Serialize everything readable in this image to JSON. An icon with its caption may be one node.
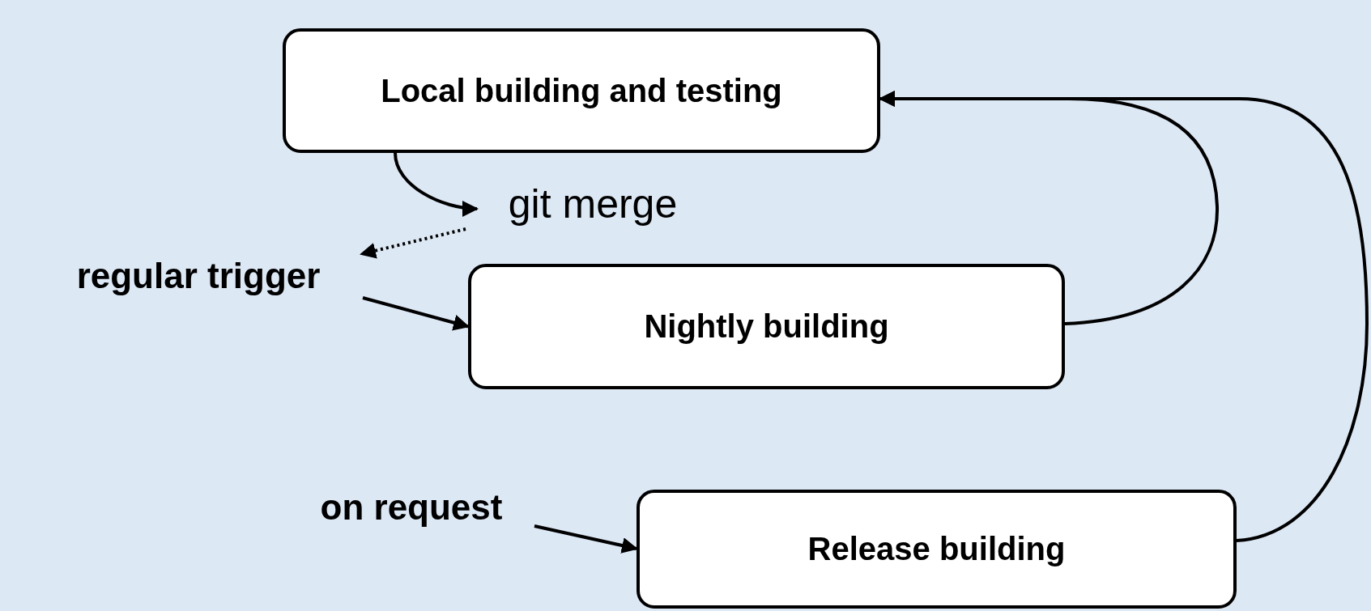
{
  "diagram": {
    "nodes": [
      {
        "text": [
          "Local building and testing"
        ]
      },
      {
        "text": [
          "git merge"
        ]
      },
      {
        "text": [
          "regular trigger"
        ]
      },
      {
        "text": [
          "Nightly building"
        ]
      },
      {
        "text": [
          "on request"
        ]
      },
      {
        "text": [
          "Release building"
        ]
      }
    ],
    "edges": [
      {
        "from": 0,
        "to": 1,
        "arrow": "to"
      },
      {
        "from": 1,
        "to": 2,
        "arrow": "to",
        "style": "dashed"
      },
      {
        "from": 2,
        "to": 3,
        "arrow": "to"
      },
      {
        "from": 3,
        "to": 0,
        "arrow": "to"
      },
      {
        "from": 5,
        "to": 0,
        "arrow": "to"
      },
      {
        "from": 4,
        "to": 5,
        "arrow": "to"
      }
    ]
  }
}
